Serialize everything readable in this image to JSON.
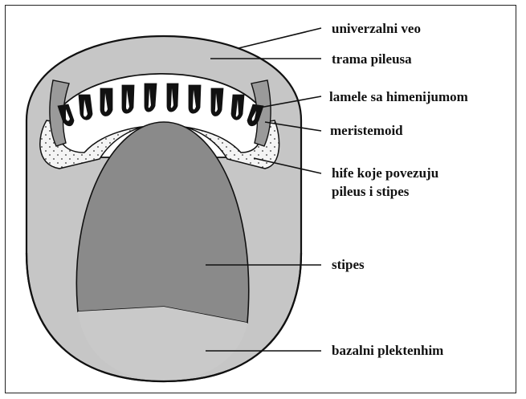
{
  "labels": {
    "universal_veil": "univerzalni veo",
    "pileus_trama": "trama pileusa",
    "gills_hymenium": "lamele sa himenijumom",
    "meristemoid": "meristemoid",
    "connecting_hyphae_line1": "hife koje povezuju",
    "connecting_hyphae_line2": "pileus i stipes",
    "stipe": "stipes",
    "basal_plectenchyma": "bazalni plektenhim"
  },
  "colors": {
    "outline": "#111111",
    "universal_veil_fill": "#c6c6c6",
    "stipe_fill": "#8a8a8a",
    "basal_fill": "#c9c9c9",
    "pileus_trama_fill": "#ffffff",
    "gill_fill": "#111111",
    "annulus_fill": "#9a9a9a",
    "meristemoid_fill": "#f4f4f4"
  }
}
